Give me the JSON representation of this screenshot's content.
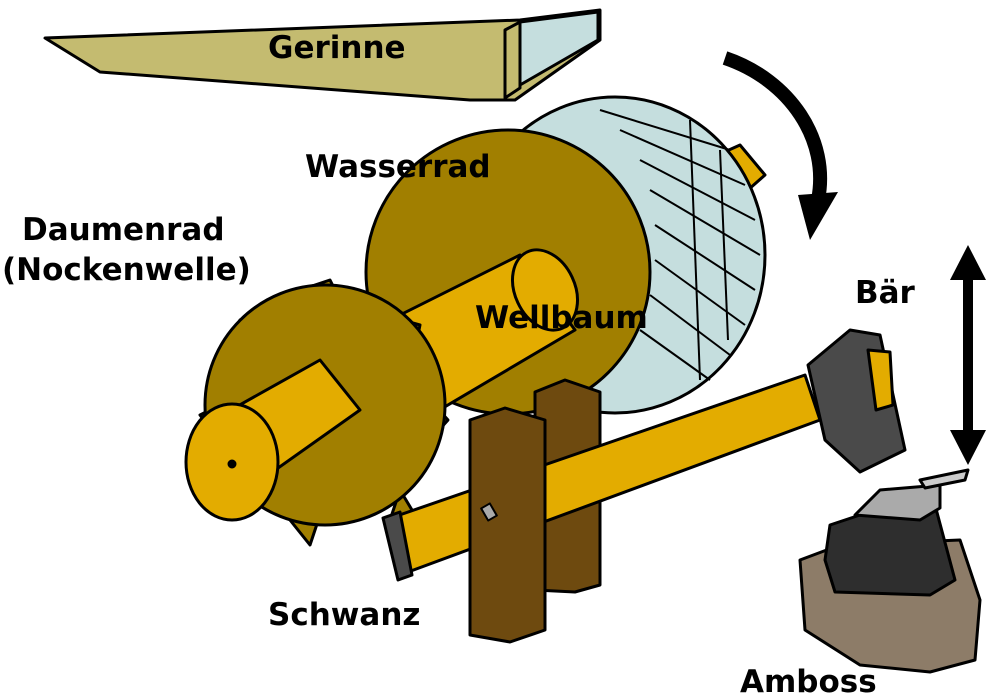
{
  "labels": {
    "gerinne": "Gerinne",
    "wasserrad": "Wasserrad",
    "daumenrad_line1": "Daumenrad",
    "daumenrad_line2": "(Nockenwelle)",
    "wellbaum": "Wellbaum",
    "baer": "Bär",
    "schwanz": "Schwanz",
    "amboss": "Amboss"
  },
  "colors": {
    "trough": "#c4bb70",
    "water": "#c5dede",
    "wheel": "#a17f00",
    "shaft": "#e3ac00",
    "post": "#6e4a0f",
    "hammer_head": "#4a4a4a",
    "anvil": "#2e2e2e",
    "rock": "#8d7c68"
  }
}
